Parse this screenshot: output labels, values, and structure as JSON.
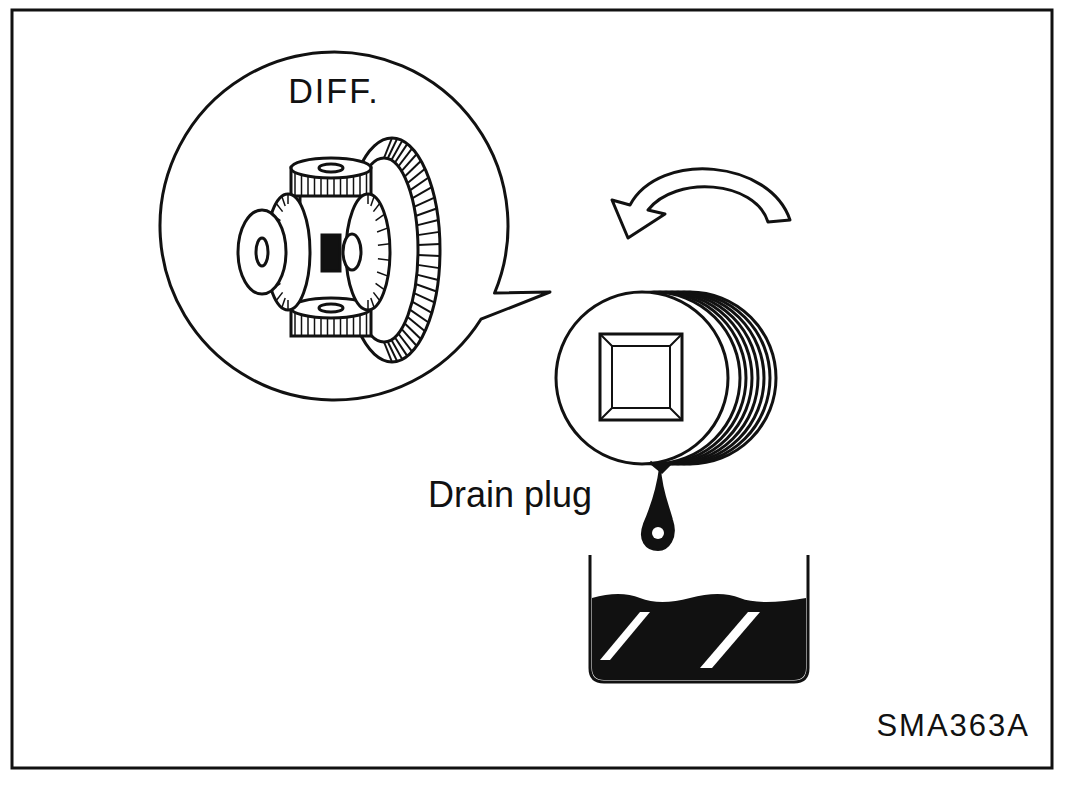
{
  "diagram": {
    "nodes": [
      {
        "text": [
          "DIFF."
        ]
      }
    ],
    "labels": [
      "Drain plug",
      "SMA363A"
    ]
  }
}
